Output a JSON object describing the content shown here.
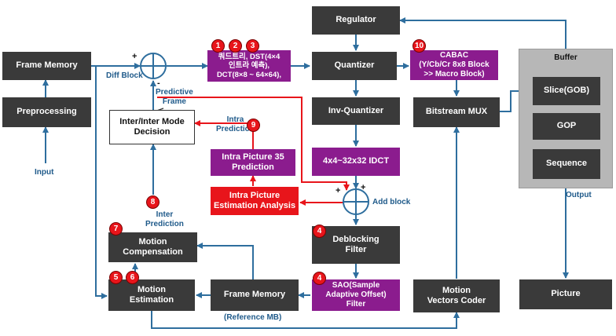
{
  "blocks": {
    "regulator": "Regulator",
    "frame_memory": "Frame Memory",
    "preprocessing": "Preprocessing",
    "transform": "쿼드트리, DST(4×4\n인트라 예측),\nDCT(8×8 ~ 64×64),",
    "quantizer": "Quantizer",
    "cabac": "CABAC\n(Y/Cb/Cr 8x8 Block\n>> Macro Block)",
    "inv_quantizer": "Inv-Quantizer",
    "bitstream_mux": "Bitstream MUX",
    "idct": "4x4~32x32 IDCT",
    "mode_decision": "Inter/Inter Mode\nDecision",
    "intra_prediction": "Intra Picture 35\nPrediction",
    "intra_estimation": "Intra Picture\nEstimation Analysis",
    "deblocking": "Deblocking\nFilter",
    "motion_compensation": "Motion\nCompensation",
    "motion_estimation": "Motion\nEstimation",
    "frame_memory_ref": "Frame Memory",
    "sao": "SAO(Sample\nAdaptive Offset)\nFilter",
    "mv_coder": "Motion\nVectors Coder",
    "picture": "Picture"
  },
  "buffer": {
    "title": "Buffer",
    "slice": "Slice(GOB)",
    "gop": "GOP",
    "sequence": "Sequence"
  },
  "labels": {
    "input": "Input",
    "output": "Output",
    "diff_block": "Diff Block",
    "predictive_frame": "Predictive\nFrame",
    "intra_prediction": "Intra\nPrediction",
    "inter_prediction": "Inter\nPrediction",
    "add_block": "Add block",
    "reference_mb": "(Reference MB)",
    "plus1": "+",
    "minus1": "-",
    "plus2": "+",
    "plus3": "+"
  },
  "badges": [
    "1",
    "2",
    "3",
    "10",
    "9",
    "8",
    "7",
    "5",
    "6",
    "4",
    "4"
  ],
  "colors": {
    "dark_block": "#3a3a3a",
    "purple_block": "#8b1c8e",
    "red_block": "#e8151b",
    "arrow": "#2e6e9e",
    "red_arrow": "#e8151b"
  }
}
